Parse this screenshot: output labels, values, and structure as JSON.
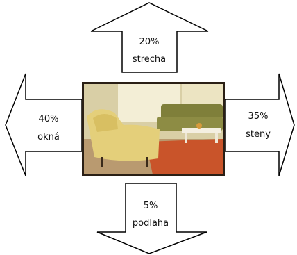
{
  "diagram": {
    "photo_description": "living room",
    "arrows": {
      "up": {
        "percent": "20%",
        "label": "strecha",
        "direction": "up"
      },
      "left": {
        "percent": "40%",
        "label": "okná",
        "direction": "left"
      },
      "right": {
        "percent": "35%",
        "label": "steny",
        "direction": "right"
      },
      "down": {
        "percent": "5%",
        "label": "podlaha",
        "direction": "down"
      }
    },
    "colors": {
      "arrow_fill": "#ffffff",
      "arrow_stroke": "#000000",
      "text": "#111111",
      "photo_wall": "#d9cfa6",
      "sofa": "#7f7f3a",
      "armchair": "#e4cf7a",
      "rug": "#c9542a",
      "photo_border": "#2a1f15"
    }
  }
}
